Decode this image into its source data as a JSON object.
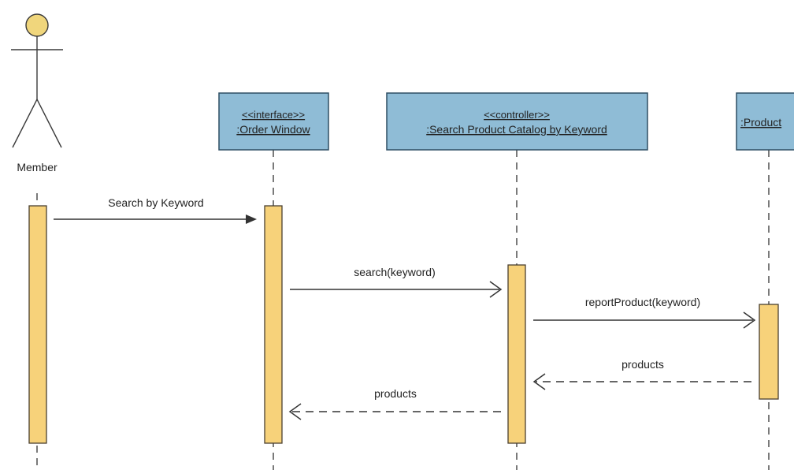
{
  "colors": {
    "object_fill": "#8fbcd6",
    "object_border": "#2f4f63",
    "activation_fill": "#f7d27a",
    "activation_border": "#4a4030",
    "actor_head": "#f0d67c",
    "line": "#333333",
    "text": "#222222"
  },
  "actor": {
    "name": "Member",
    "icon": "stick-figure-actor-icon"
  },
  "objects": [
    {
      "stereotype": "<<interface>>",
      "name": ":Order Window"
    },
    {
      "stereotype": "<<controller>>",
      "name": ":Search Product Catalog by Keyword"
    },
    {
      "stereotype": "",
      "name": ":Product"
    }
  ],
  "messages": [
    {
      "label": "Search by Keyword",
      "from": "Member",
      "to": ":Order Window",
      "kind": "synchronous"
    },
    {
      "label": "search(keyword)",
      "from": ":Order Window",
      "to": ":Search Product Catalog by Keyword",
      "kind": "synchronous"
    },
    {
      "label": "reportProduct(keyword)",
      "from": ":Search Product Catalog by Keyword",
      "to": ":Product",
      "kind": "synchronous"
    },
    {
      "label": "products",
      "from": ":Product",
      "to": ":Search Product Catalog by Keyword",
      "kind": "return"
    },
    {
      "label": "products",
      "from": ":Search Product Catalog by Keyword",
      "to": ":Order Window",
      "kind": "return"
    }
  ]
}
